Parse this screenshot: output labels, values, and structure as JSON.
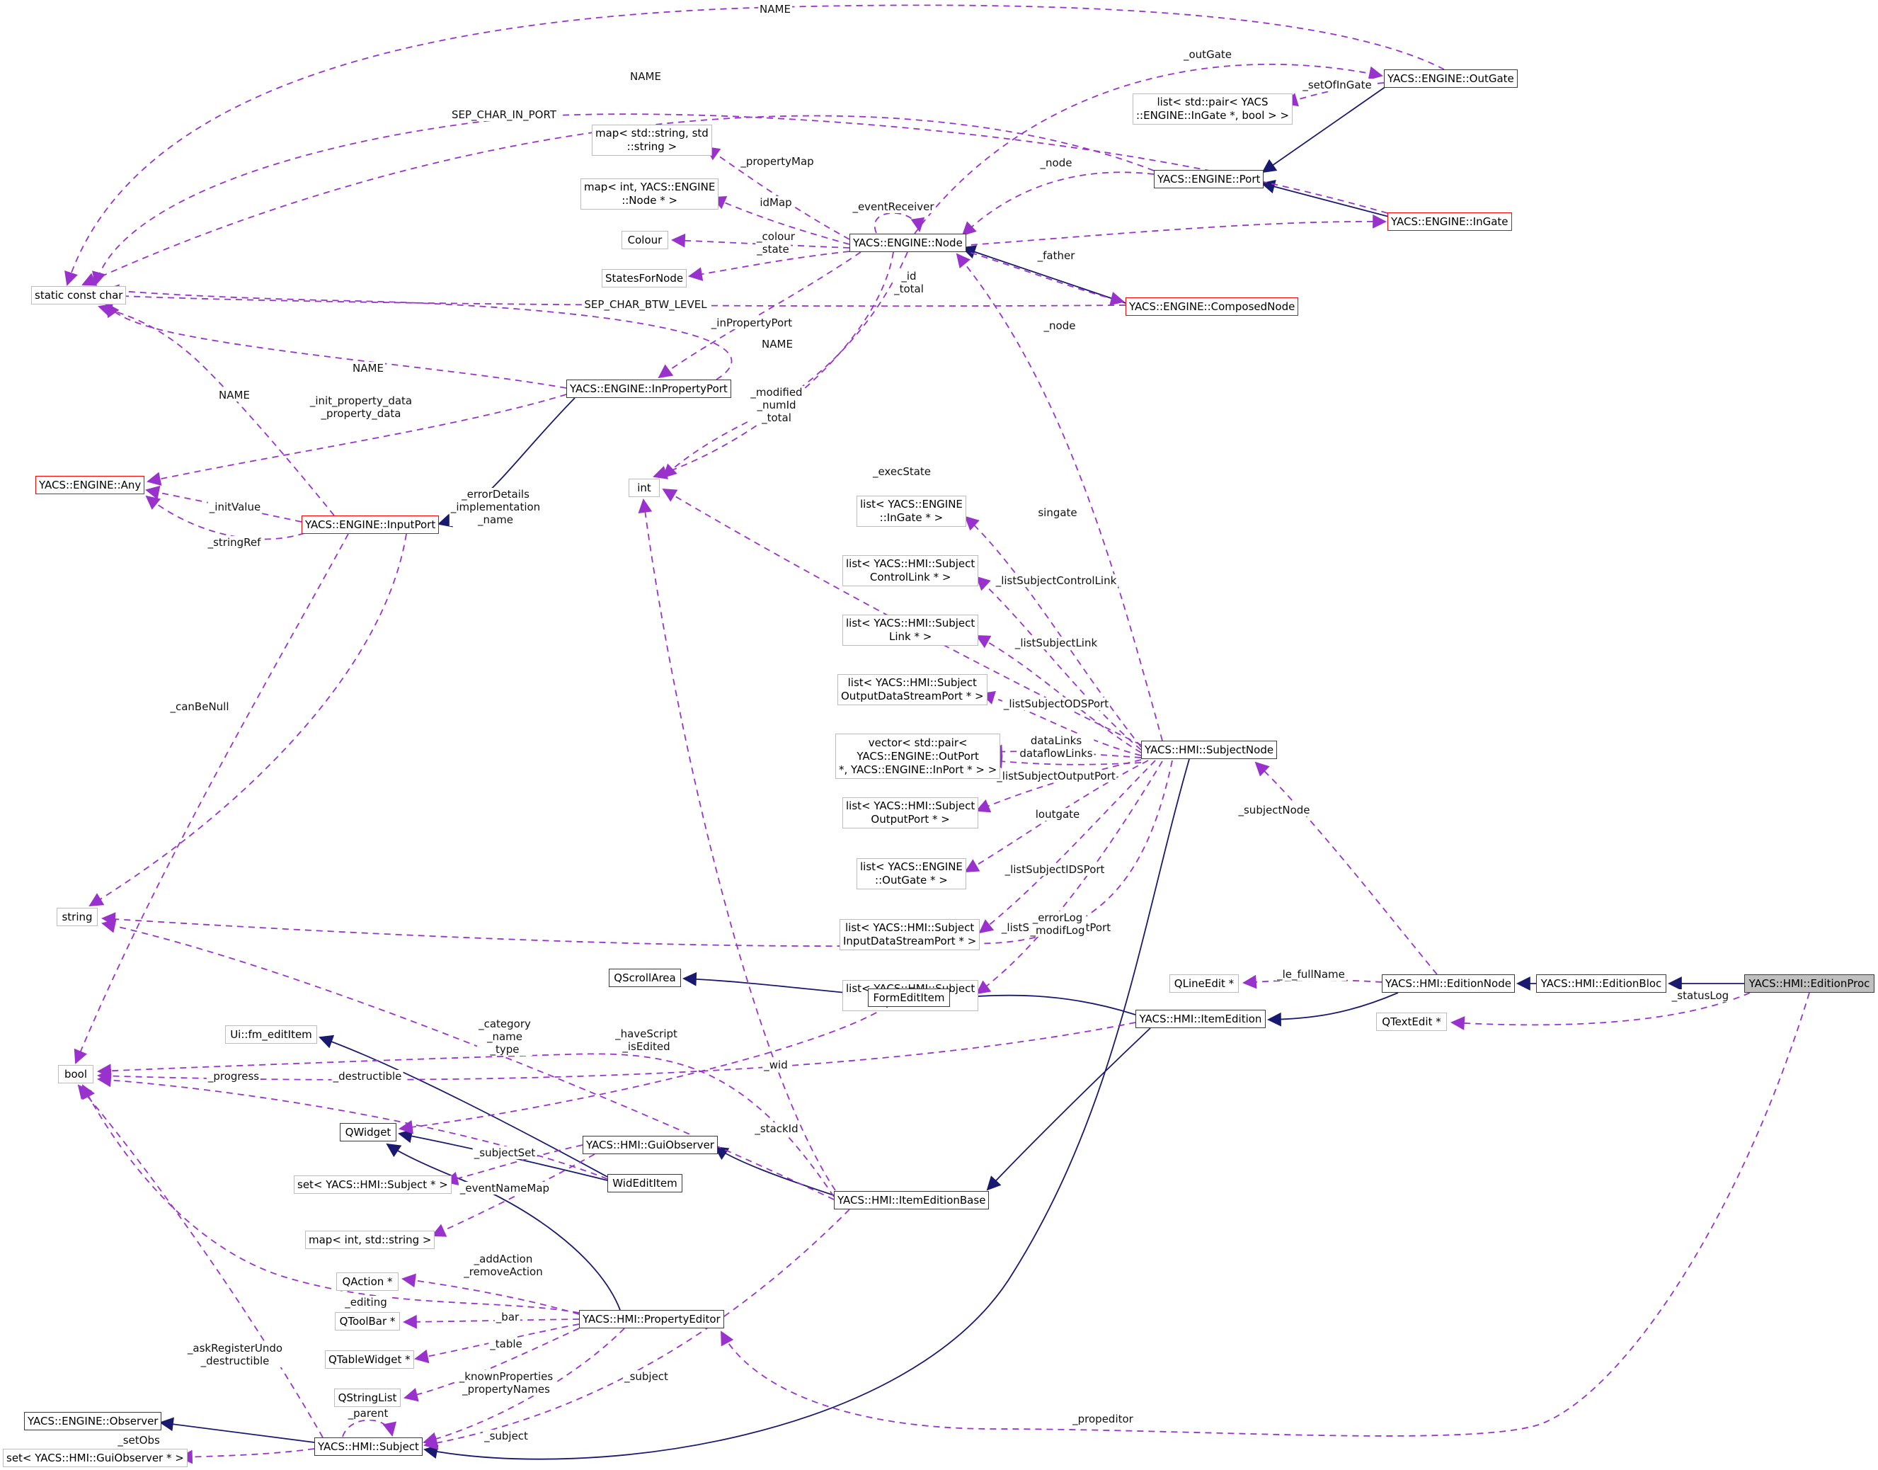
{
  "diagram_kind": "class-collaboration-graph",
  "colors": {
    "background": "#ffffff",
    "dashed_edge": "#9932cc",
    "solid_edge": "#191970",
    "box_border": "#bcbcbc",
    "box_border_emphasis": "#3a3a3a",
    "box_border_truncated": "#ff0000",
    "highlight_fill": "#bfbfbf"
  },
  "boxes": [
    {
      "id": "static_const_char",
      "lines": [
        "static const char"
      ]
    },
    {
      "id": "map_string_string",
      "lines": [
        "map< std::string, std",
        "::string >"
      ]
    },
    {
      "id": "map_int_node",
      "lines": [
        "map< int, YACS::ENGINE",
        "::Node * >"
      ]
    },
    {
      "id": "colour",
      "lines": [
        "Colour"
      ]
    },
    {
      "id": "states_for_node",
      "lines": [
        "StatesForNode"
      ]
    },
    {
      "id": "node",
      "lines": [
        "YACS::ENGINE::Node"
      ]
    },
    {
      "id": "outgate",
      "lines": [
        "YACS::ENGINE::OutGate"
      ]
    },
    {
      "id": "list_pair_ingate",
      "lines": [
        "list< std::pair< YACS",
        "::ENGINE::InGate *, bool > >"
      ]
    },
    {
      "id": "port",
      "lines": [
        "YACS::ENGINE::Port"
      ]
    },
    {
      "id": "ingate",
      "lines": [
        "YACS::ENGINE::InGate"
      ]
    },
    {
      "id": "composed_node",
      "lines": [
        "YACS::ENGINE::ComposedNode"
      ]
    },
    {
      "id": "in_property_port",
      "lines": [
        "YACS::ENGINE::InPropertyPort"
      ]
    },
    {
      "id": "any",
      "lines": [
        "YACS::ENGINE::Any"
      ]
    },
    {
      "id": "input_port",
      "lines": [
        "YACS::ENGINE::InputPort"
      ]
    },
    {
      "id": "int_box",
      "lines": [
        "int"
      ]
    },
    {
      "id": "list_ingate",
      "lines": [
        "list< YACS::ENGINE",
        "::InGate * >"
      ]
    },
    {
      "id": "list_subj_ctrl",
      "lines": [
        "list< YACS::HMI::Subject",
        "ControlLink * >"
      ]
    },
    {
      "id": "list_subj_link",
      "lines": [
        "list< YACS::HMI::Subject",
        "Link * >"
      ]
    },
    {
      "id": "list_subj_ods",
      "lines": [
        "list< YACS::HMI::Subject",
        "OutputDataStreamPort * >"
      ]
    },
    {
      "id": "vector_pair",
      "lines": [
        "vector< std::pair<",
        "YACS::ENGINE::OutPort",
        "*, YACS::ENGINE::InPort * > >"
      ]
    },
    {
      "id": "list_subj_outp",
      "lines": [
        "list< YACS::HMI::Subject",
        "OutputPort * >"
      ]
    },
    {
      "id": "list_eng_outgate",
      "lines": [
        "list< YACS::ENGINE",
        "::OutGate * >"
      ]
    },
    {
      "id": "list_subj_ids",
      "lines": [
        "list< YACS::HMI::Subject",
        "InputDataStreamPort * >"
      ]
    },
    {
      "id": "list_subj_inp",
      "lines": [
        "list< YACS::HMI::Subject",
        "InputPort * >"
      ]
    },
    {
      "id": "subject_node",
      "lines": [
        "YACS::HMI::SubjectNode"
      ]
    },
    {
      "id": "string_box",
      "lines": [
        "string"
      ]
    },
    {
      "id": "qscrollarea",
      "lines": [
        "QScrollArea"
      ]
    },
    {
      "id": "form_edit_item",
      "lines": [
        "FormEditItem"
      ]
    },
    {
      "id": "qlineedit",
      "lines": [
        "QLineEdit *"
      ]
    },
    {
      "id": "edition_node",
      "lines": [
        "YACS::HMI::EditionNode"
      ]
    },
    {
      "id": "edition_bloc",
      "lines": [
        "YACS::HMI::EditionBloc"
      ]
    },
    {
      "id": "edition_proc",
      "lines": [
        "YACS::HMI::EditionProc"
      ]
    },
    {
      "id": "item_edition",
      "lines": [
        "YACS::HMI::ItemEdition"
      ]
    },
    {
      "id": "qtextedit",
      "lines": [
        "QTextEdit *"
      ]
    },
    {
      "id": "ui_fm_edititem",
      "lines": [
        "Ui::fm_editItem"
      ]
    },
    {
      "id": "bool_box",
      "lines": [
        "bool"
      ]
    },
    {
      "id": "wid_edit_item",
      "lines": [
        "WidEditItem"
      ]
    },
    {
      "id": "item_edition_base",
      "lines": [
        "YACS::HMI::ItemEditionBase"
      ]
    },
    {
      "id": "qwidget",
      "lines": [
        "QWidget"
      ]
    },
    {
      "id": "gui_observer",
      "lines": [
        "YACS::HMI::GuiObserver"
      ]
    },
    {
      "id": "set_subject",
      "lines": [
        "set< YACS::HMI::Subject * >"
      ]
    },
    {
      "id": "map_int_string",
      "lines": [
        "map< int, std::string >"
      ]
    },
    {
      "id": "qaction",
      "lines": [
        "QAction *"
      ]
    },
    {
      "id": "qtoolbar",
      "lines": [
        "QToolBar *"
      ]
    },
    {
      "id": "qtablewidget",
      "lines": [
        "QTableWidget *"
      ]
    },
    {
      "id": "qstringlist",
      "lines": [
        "QStringList"
      ]
    },
    {
      "id": "property_editor",
      "lines": [
        "YACS::HMI::PropertyEditor"
      ]
    },
    {
      "id": "subject",
      "lines": [
        "YACS::HMI::Subject"
      ]
    },
    {
      "id": "observer",
      "lines": [
        "YACS::ENGINE::Observer"
      ]
    },
    {
      "id": "set_gui_observer",
      "lines": [
        "set< YACS::HMI::GuiObserver * >"
      ]
    }
  ],
  "edge_labels": [
    {
      "id": "name_top",
      "lines": [
        "NAME"
      ]
    },
    {
      "id": "outgate_lbl",
      "lines": [
        "_outGate"
      ]
    },
    {
      "id": "setofingate",
      "lines": [
        "_setOfInGate"
      ]
    },
    {
      "id": "name_port",
      "lines": [
        "NAME"
      ]
    },
    {
      "id": "sep_char_in_port",
      "lines": [
        "SEP_CHAR_IN_PORT"
      ]
    },
    {
      "id": "propertymap",
      "lines": [
        "_propertyMap"
      ]
    },
    {
      "id": "node_upper",
      "lines": [
        "_node"
      ]
    },
    {
      "id": "idmap",
      "lines": [
        "idMap"
      ]
    },
    {
      "id": "eventreceiver",
      "lines": [
        "_eventReceiver"
      ]
    },
    {
      "id": "colour_lbl",
      "lines": [
        "_colour"
      ]
    },
    {
      "id": "state_lbl",
      "lines": [
        "_state"
      ]
    },
    {
      "id": "father",
      "lines": [
        "_father"
      ]
    },
    {
      "id": "id_total",
      "lines": [
        "_id",
        "_total"
      ]
    },
    {
      "id": "sep_char_btw",
      "lines": [
        "SEP_CHAR_BTW_LEVEL"
      ]
    },
    {
      "id": "node_lower",
      "lines": [
        "_node"
      ]
    },
    {
      "id": "name_ipp",
      "lines": [
        "NAME"
      ]
    },
    {
      "id": "name_ipp2",
      "lines": [
        "NAME"
      ]
    },
    {
      "id": "name_inputport",
      "lines": [
        "NAME"
      ]
    },
    {
      "id": "init_property",
      "lines": [
        "_init_property_data",
        "_property_data"
      ]
    },
    {
      "id": "inpropertyport_lbl",
      "lines": [
        "_inPropertyPort"
      ]
    },
    {
      "id": "modified",
      "lines": [
        "_modified",
        "_numId",
        "_total"
      ]
    },
    {
      "id": "initvalue",
      "lines": [
        "_initValue"
      ]
    },
    {
      "id": "errordetails",
      "lines": [
        "_errorDetails",
        "_implementation",
        "_name"
      ]
    },
    {
      "id": "stringref",
      "lines": [
        "_stringRef"
      ]
    },
    {
      "id": "execstate",
      "lines": [
        "_execState"
      ]
    },
    {
      "id": "canbenull",
      "lines": [
        "_canBeNull"
      ]
    },
    {
      "id": "singate",
      "lines": [
        "singate"
      ]
    },
    {
      "id": "listsubjectcontrollink",
      "lines": [
        "_listSubjectControlLink"
      ]
    },
    {
      "id": "listsubjectlink",
      "lines": [
        "_listSubjectLink"
      ]
    },
    {
      "id": "listsubjectodsport",
      "lines": [
        "_listSubjectODSPort"
      ]
    },
    {
      "id": "datalinks",
      "lines": [
        "dataLinks",
        "dataflowLinks"
      ]
    },
    {
      "id": "listsubjectoutputport",
      "lines": [
        "_listSubjectOutputPort"
      ]
    },
    {
      "id": "loutgate",
      "lines": [
        "loutgate"
      ]
    },
    {
      "id": "listsubjectidsport",
      "lines": [
        "_listSubjectIDSPort"
      ]
    },
    {
      "id": "listsubjectinputport",
      "lines": [
        "_listSubjectInputPort"
      ]
    },
    {
      "id": "subjectnode_lbl",
      "lines": [
        "_subjectNode"
      ]
    },
    {
      "id": "errorlog",
      "lines": [
        "_errorLog",
        "_modifLog"
      ]
    },
    {
      "id": "category",
      "lines": [
        "_category",
        "_name",
        "_type"
      ]
    },
    {
      "id": "havescript",
      "lines": [
        "_haveScript",
        "_isEdited"
      ]
    },
    {
      "id": "wid",
      "lines": [
        "_wid"
      ]
    },
    {
      "id": "lefullname",
      "lines": [
        "_le_fullName"
      ]
    },
    {
      "id": "statuslog",
      "lines": [
        "_statusLog"
      ]
    },
    {
      "id": "stackid",
      "lines": [
        "_stackId"
      ]
    },
    {
      "id": "progress",
      "lines": [
        "_progress"
      ]
    },
    {
      "id": "destructible",
      "lines": [
        "_destructible"
      ]
    },
    {
      "id": "subjectset",
      "lines": [
        "_subjectSet"
      ]
    },
    {
      "id": "eventnamemap",
      "lines": [
        "_eventNameMap"
      ]
    },
    {
      "id": "editing",
      "lines": [
        "_editing"
      ]
    },
    {
      "id": "askregisterundo",
      "lines": [
        "_askRegisterUndo",
        "_destructible"
      ]
    },
    {
      "id": "addaction",
      "lines": [
        "_addAction",
        "_removeAction"
      ]
    },
    {
      "id": "bar",
      "lines": [
        "_bar"
      ]
    },
    {
      "id": "table",
      "lines": [
        "_table"
      ]
    },
    {
      "id": "knownproperties",
      "lines": [
        "_knownProperties",
        "_propertyNames"
      ]
    },
    {
      "id": "subject_pe",
      "lines": [
        "_subject"
      ]
    },
    {
      "id": "subject_ieb",
      "lines": [
        "_subject"
      ]
    },
    {
      "id": "parent",
      "lines": [
        "_parent"
      ]
    },
    {
      "id": "setobs",
      "lines": [
        "_setObs"
      ]
    },
    {
      "id": "propeditor",
      "lines": [
        "_propeditor"
      ]
    }
  ]
}
